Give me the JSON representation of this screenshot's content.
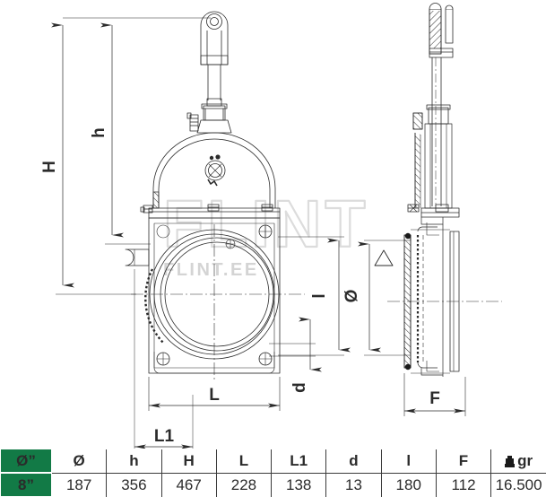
{
  "document": {
    "type": "technical-drawing",
    "subject": "Gate valve dimensional drawing",
    "watermark_main": "FLINT",
    "watermark_sub": "FLINT.EE"
  },
  "dimensions": {
    "H": "H",
    "h": "h",
    "L": "L",
    "L1": "L1",
    "d": "d",
    "l": "l",
    "diameter": "Ø",
    "F": "F"
  },
  "table": {
    "key_header": "Ø”",
    "key_value": "8”",
    "columns": [
      {
        "header": "Ø",
        "value": "187"
      },
      {
        "header": "h",
        "value": "356"
      },
      {
        "header": "H",
        "value": "467"
      },
      {
        "header": "L",
        "value": "228"
      },
      {
        "header": "L1",
        "value": "138"
      },
      {
        "header": "d",
        "value": "13"
      },
      {
        "header": "l",
        "value": "180"
      },
      {
        "header": "F",
        "value": "112"
      },
      {
        "header": "gr",
        "value": "16.500"
      }
    ],
    "weight_unit_label": "gr"
  },
  "colors": {
    "key_green": "#127a46",
    "line": "#2b2b2b",
    "watermark": "#d9d9d9",
    "watermark_sub": "#cfcfcf"
  }
}
